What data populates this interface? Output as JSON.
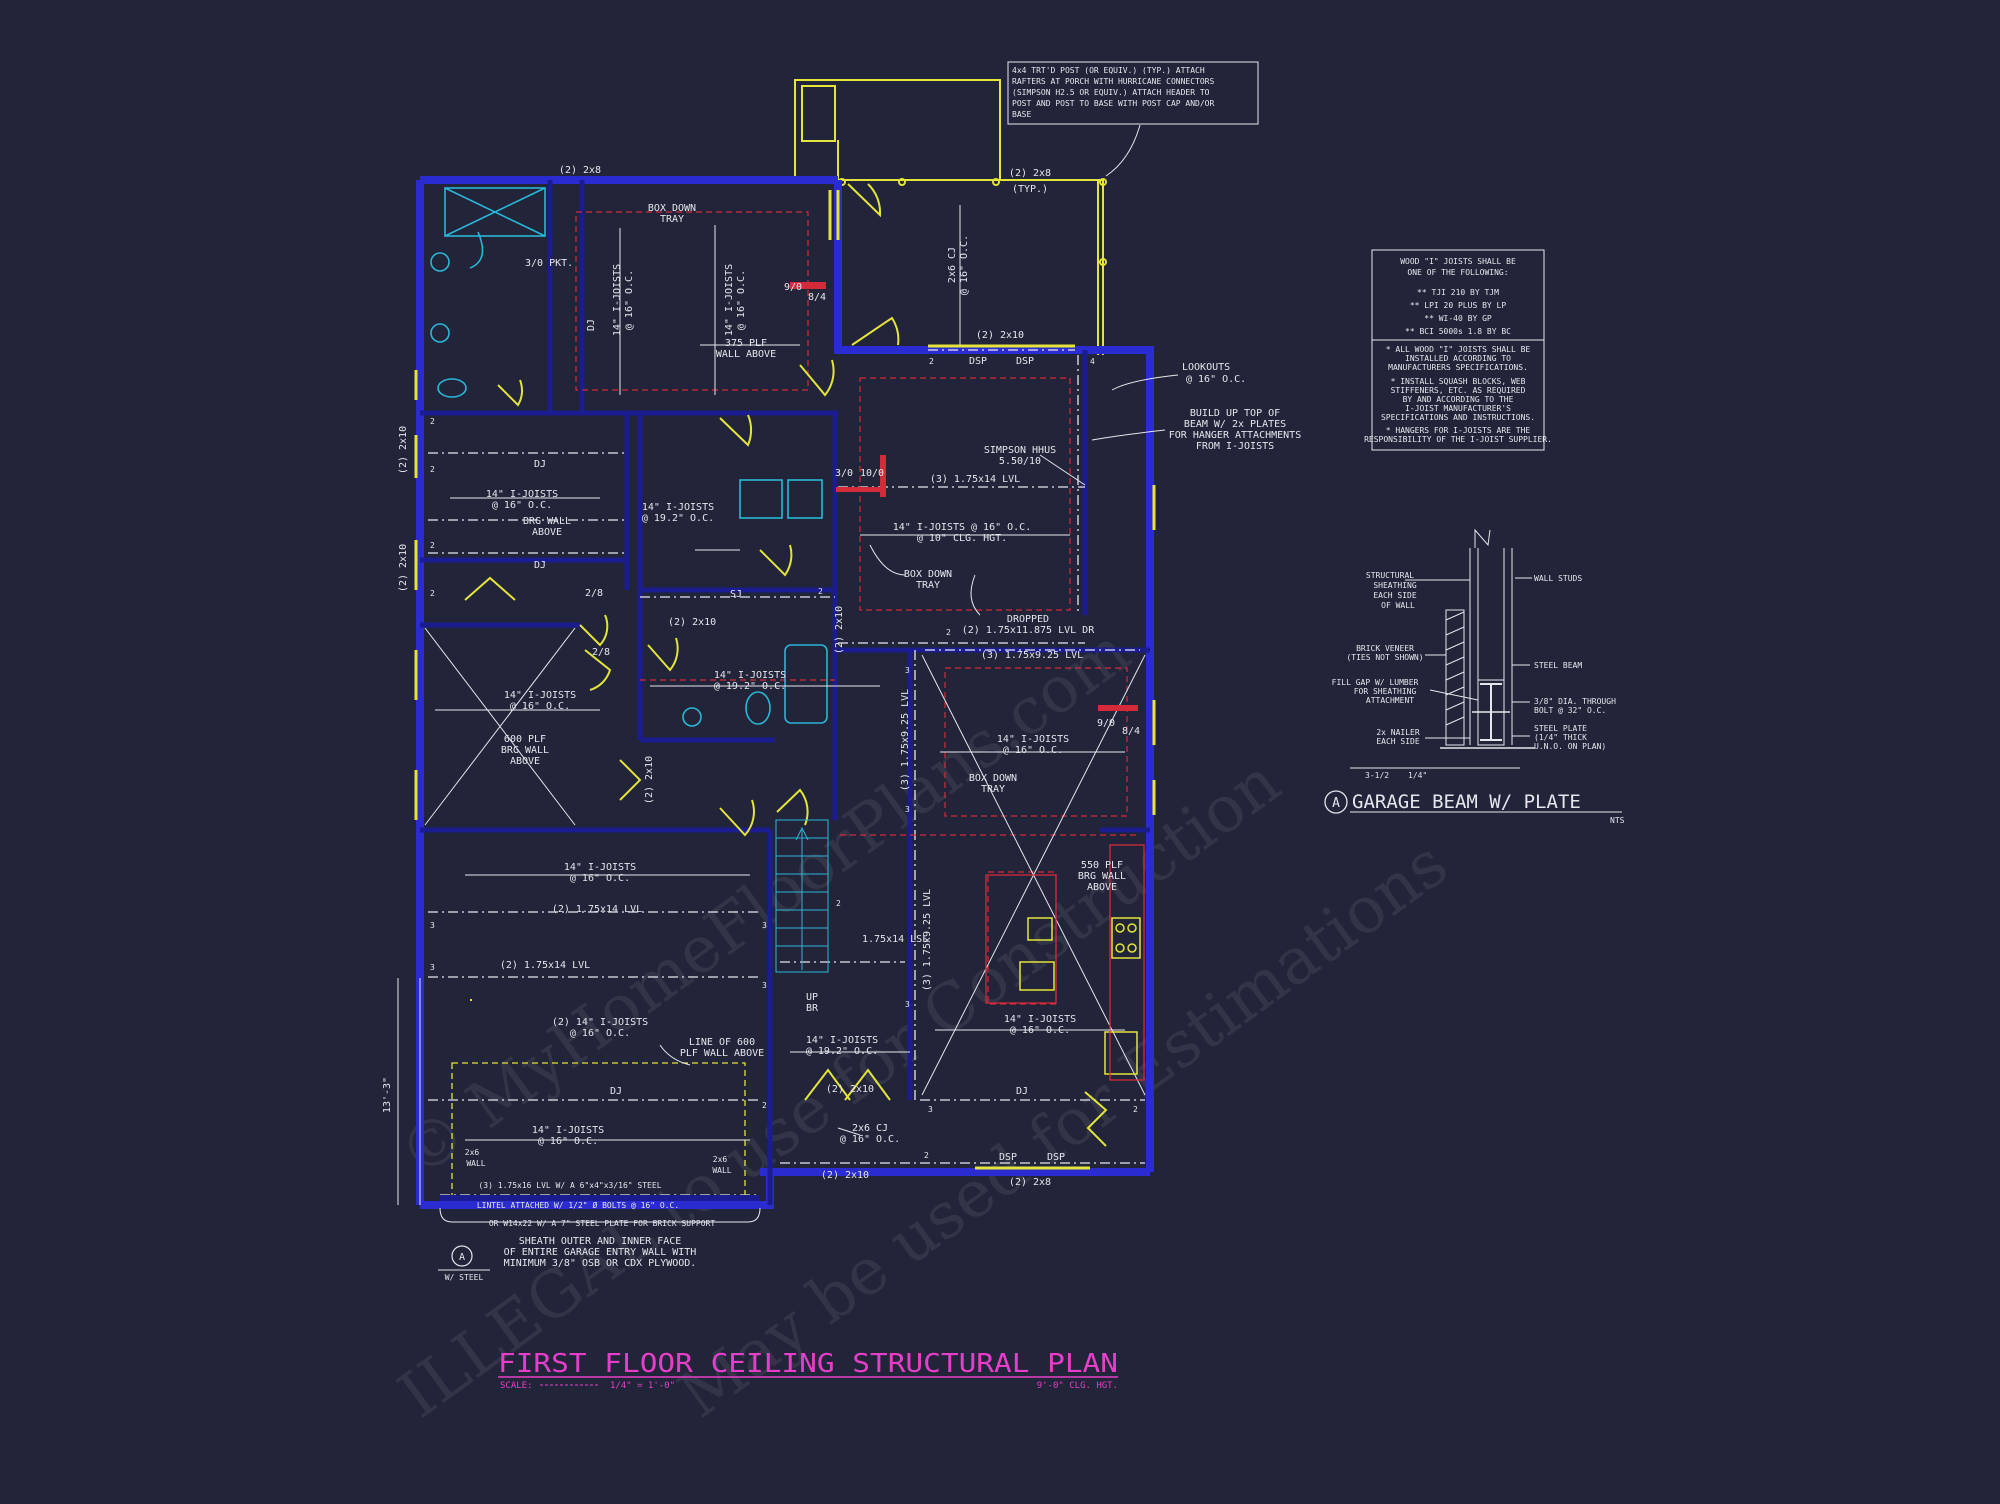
{
  "colors": {
    "background": "#222539",
    "wall": "#2a2bd0",
    "wall_dark": "#1b1c8f",
    "yellow": "#e4e43a",
    "cyan": "#2ab7d6",
    "red_dash": "#d42a3a",
    "text": "#e6e6ee",
    "title": "#e63ec9"
  },
  "watermark": {
    "lines": [
      "© MyHomeFloorPlans.com",
      "ILLEGAL to use for Construction",
      "May be used for Estimations"
    ]
  },
  "title_block": {
    "title": "FIRST FLOOR CEILING STRUCTURAL PLAN",
    "scale_label": "SCALE:",
    "scale_value": "1/4\" = 1'-0\"",
    "ceiling_height": "9'-0\" CLG. HGT."
  },
  "porch_note": {
    "lines": [
      "4x4 TRT'D POST (OR EQUIV.) (TYP.) ATTACH",
      "RAFTERS AT PORCH WITH HURRICANE CONNECTORS",
      "(SIMPSON H2.5 OR EQUIV.) ATTACH HEADER TO",
      "POST AND POST TO BASE WITH POST CAP AND/OR",
      "BASE"
    ]
  },
  "joist_note": {
    "heading": [
      "WOOD \"I\" JOISTS SHALL BE",
      "ONE OF THE FOLLOWING:"
    ],
    "options": [
      "** TJI 210 BY TJM",
      "** LPI 20 PLUS BY LP",
      "** WI-40 BY GP",
      "** BCI 5000s 1.8 BY BC"
    ],
    "notes": [
      "* ALL WOOD \"I\" JOISTS SHALL BE",
      "INSTALLED ACCORDING TO",
      "MANUFACTURERS SPECIFICATIONS.",
      "* INSTALL SQUASH BLOCKS, WEB",
      "STIFFENERS, ETC. AS REQUIRED",
      "BY AND ACCORDING TO THE",
      "I-JOIST MANUFACTURER'S",
      "SPECIFICATIONS AND INSTRUCTIONS.",
      "* HANGERS FOR I-JOISTS ARE THE",
      "RESPONSIBILITY OF THE I-JOIST SUPPLIER."
    ]
  },
  "detail": {
    "marker": "A",
    "title": "GARAGE BEAM W/ PLATE",
    "nts": "NTS",
    "labels": {
      "structural_sheathing": [
        "STRUCTURAL",
        "SHEATHING",
        "EACH SIDE",
        "OF WALL"
      ],
      "wall_studs": "WALL STUDS",
      "brick_veneer": [
        "BRICK VENEER",
        "(TIES NOT SHOWN)"
      ],
      "steel_beam": "STEEL BEAM",
      "fill_gap": [
        "FILL GAP W/ LUMBER",
        "FOR SHEATHING",
        "ATTACHMENT"
      ],
      "bolt": [
        "3/8\" DIA. THROUGH",
        "BOLT @ 32\" O.C."
      ],
      "nailer": [
        "2x NAILER",
        "EACH SIDE"
      ],
      "steel_plate": [
        "STEEL PLATE",
        "(1/4\" THICK",
        "U.N.O. ON PLAN)"
      ],
      "dim_left": "3-1/2",
      "dim_right": "1/4\""
    }
  },
  "plan_labels": {
    "top_2x8_left": "(2) 2x8",
    "top_2x8_right": "(2) 2x8",
    "typ": "(TYP.)",
    "box_down_tray_1": [
      "BOX DOWN",
      "TRAY"
    ],
    "pkt": "3/0 PKT.",
    "ijoists_16_vert_a": [
      "14\" I-JOISTS",
      "@ 16\" O.C."
    ],
    "ijoists_16_vert_b": [
      "14\" I-JOISTS",
      "@ 16\" O.C."
    ],
    "dj_vert": "DJ",
    "cj_vert": [
      "2x6 CJ",
      "@ 16\" O.C."
    ],
    "door_9_0": "9/0",
    "door_8_4": "8/4",
    "plf_375": [
      "375 PLF",
      "WALL ABOVE"
    ],
    "beam_2x10_upper": "(2) 2x10",
    "dsp_a": "DSP",
    "dsp_b": "DSP",
    "lookouts": [
      "LOOKOUTS",
      "@ 16\" O.C."
    ],
    "buildup": [
      "BUILD UP TOP OF",
      "BEAM W/ 2x PLATES",
      "FOR HANGER ATTACHMENTS",
      "FROM I-JOISTS"
    ],
    "simpson": [
      "SIMPSON HHUS",
      "5.50/10"
    ],
    "door_10_0_a": "3/0",
    "door_10_0_b": "10/0",
    "lvl_3_175x14": "(3) 1.75x14 LVL",
    "ijoists_16_clg": [
      "14\" I-JOISTS @ 16\" O.C.",
      "@ 10\" CLG. HGT."
    ],
    "box_down_tray_2": [
      "BOX DOWN",
      "TRAY"
    ],
    "dropped": [
      "DROPPED",
      "(2) 1.75x11.875 LVL DR"
    ],
    "lvl_3_175x925": "(3) 1.75x9.25 LVL",
    "left_2x10_a": "(2) 2x10",
    "left_2x10_b": "(2) 2x10",
    "dj_a": "DJ",
    "dj_b": "DJ",
    "ijoists_16_a": [
      "14\" I-JOISTS",
      "@ 16\" O.C."
    ],
    "brg_wall": [
      "BRG WALL",
      "ABOVE"
    ],
    "ijoists_192_a": [
      "14\" I-JOISTS",
      "@ 19.2\" O.C."
    ],
    "door_2_8_a": "2/8",
    "door_2_8_b": "2/8",
    "sj": "SJ",
    "beam_2x10_mid": "(2) 2x10",
    "beam_2x10_vert": "(2) 2x10",
    "ijoists_192_b": [
      "14\" I-JOISTS",
      "@ 19.2\" O.C."
    ],
    "ijoists_16_b": [
      "14\" I-JOISTS",
      "@ 16\" O.C."
    ],
    "plf_600": [
      "600 PLF",
      "BRG WALL",
      "ABOVE"
    ],
    "beam_2x10_vert_b": "(2) 2x10",
    "lvl_3_175x925_vert": "(3) 1.75x9.25 LVL",
    "ijoists_16_c": [
      "14\" I-JOISTS",
      "@ 16\" O.C."
    ],
    "box_down_tray_3": [
      "BOX DOWN",
      "TRAY"
    ],
    "door_9_0_b": "9/0",
    "door_8_4_b": "8/4",
    "ijoists_16_d": [
      "14\" I-JOISTS",
      "@ 16\" O.C."
    ],
    "lvl_2_175x14_a": "(2) 1.75x14 LVL",
    "lvl_2_175x14_b": "(2) 1.75x14 LVL",
    "lvl_175x14": "1.75x14 LSL",
    "lvl_3_175x925_vert_b": "(3) 1.75x9.25 LVL",
    "plf_550": [
      "550 PLF",
      "BRG WALL",
      "ABOVE"
    ],
    "up": [
      "UP",
      "BR"
    ],
    "ijoists_2_16": [
      "(2) 14\" I-JOISTS",
      "@ 16\" O.C."
    ],
    "line_of_600": [
      "LINE OF 600",
      "PLF WALL ABOVE"
    ],
    "ijoists_192_c": [
      "14\" I-JOISTS",
      "@ 19.2\" O.C."
    ],
    "ijoists_16_e": [
      "14\" I-JOISTS",
      "@ 16\" O.C."
    ],
    "beam_2x10_lower": "(2) 2x10",
    "dj_c": "DJ",
    "dj_d": "DJ",
    "ijoists_16_f": [
      "14\" I-JOISTS",
      "@ 16\" O.C."
    ],
    "cj_lower": [
      "2x6 CJ",
      "@ 16\" O.C."
    ],
    "wall_2x6_a": [
      "2x6",
      "WALL"
    ],
    "wall_2x6_b": [
      "2x6",
      "WALL"
    ],
    "beam_2x10_bottom": "(2) 2x10",
    "dsp_c": "DSP",
    "dsp_d": "DSP",
    "bottom_2x8": "(2) 2x8",
    "dim_vert": "13'-3\"",
    "lvl_steel": "(3) 1.75x16 LVL W/ A 6\"x4\"x3/16\" STEEL",
    "lintel": [
      "LINTEL ATTACHED W/ 1/2\" Ø BOLTS @ 16\" O.C.",
      "OR W14x22 W/ A 7\" STEEL PLATE FOR BRICK SUPPORT"
    ],
    "sheath": [
      "SHEATH OUTER AND INNER FACE",
      "OF ENTIRE GARAGE ENTRY WALL WITH",
      "MINIMUM 3/8\" OSB OR CDX PLYWOOD."
    ],
    "marker_a": "A",
    "marker_a_sub": "W/ STEEL",
    "num_2": "2",
    "num_3": "3",
    "num_4": "4"
  }
}
